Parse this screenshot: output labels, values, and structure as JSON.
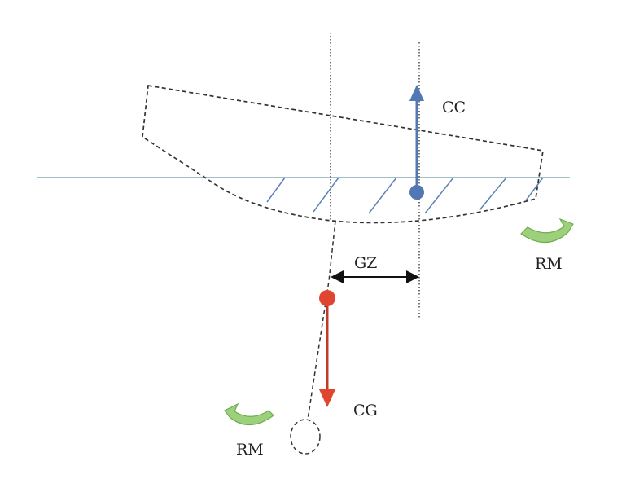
{
  "labels": {
    "cc": "CC",
    "cg": "CG",
    "gz": "GZ",
    "rm_right": "RM",
    "rm_left": "RM"
  },
  "colors": {
    "buoyancy": "#4f78b4",
    "gravity": "#e0452f",
    "moment_arrow": "#9dd07b",
    "moment_arrow_edge": "#6fae4f",
    "waterline": "#6d98a8",
    "hatch": "#5b82b4",
    "dashed": "#333333"
  },
  "icons": {
    "rm_right": "curved-arrow-icon",
    "rm_left": "curved-arrow-icon"
  }
}
